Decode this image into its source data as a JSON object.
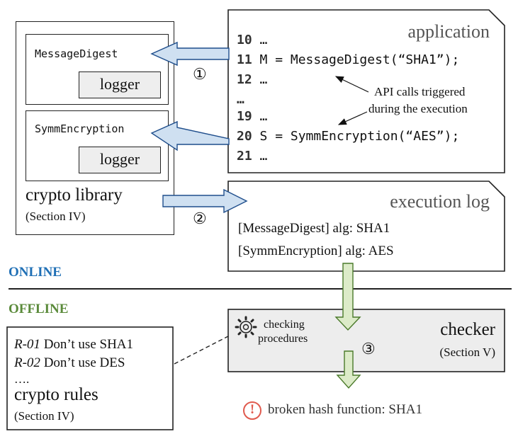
{
  "library": {
    "components": [
      {
        "name": "MessageDigest",
        "logger": "logger"
      },
      {
        "name": "SymmEncryption",
        "logger": "logger"
      }
    ],
    "title": "crypto library",
    "section": "(Section IV)"
  },
  "application": {
    "title": "application",
    "lines": [
      {
        "num": "10",
        "text": " …"
      },
      {
        "num": "11",
        "text": " M = MessageDigest(“SHA1”);"
      },
      {
        "num": "12",
        "text": " …"
      },
      {
        "num": "…",
        "text": ""
      },
      {
        "num": "19",
        "text": " …"
      },
      {
        "num": "20",
        "text": " S = SymmEncryption(“AES”);"
      },
      {
        "num": "21",
        "text": " …"
      }
    ],
    "annotation_line1": "API calls triggered",
    "annotation_line2": "during the execution"
  },
  "execution_log": {
    "title": "execution log",
    "entries": [
      "[MessageDigest] alg: SHA1",
      "[SymmEncryption] alg: AES"
    ]
  },
  "steps": [
    "①",
    "②",
    "③"
  ],
  "phases": {
    "online": {
      "label": "ONLINE",
      "color": "#1f6fb5"
    },
    "offline": {
      "label": "OFFLINE",
      "color": "#5a8a3a"
    }
  },
  "checker": {
    "title": "checker",
    "section": "(Section V)",
    "procedures_line1": "checking",
    "procedures_line2": "procedures"
  },
  "rules": {
    "items": [
      {
        "id": "R-01",
        "text": " Don’t use SHA1"
      },
      {
        "id": "R-02",
        "text": " Don’t use DES"
      }
    ],
    "ellipsis": "….",
    "title": "crypto rules",
    "section": "(Section IV)"
  },
  "result": {
    "icon": "!",
    "text": "broken hash function: SHA1",
    "color": "#e05a4e"
  },
  "colors": {
    "blue_arrow_fill": "#cfe0f1",
    "blue_arrow_stroke": "#1f4e8c",
    "green_arrow_fill": "#dcebc8",
    "green_arrow_stroke": "#4a7a2a",
    "checker_fill": "#ededed"
  }
}
